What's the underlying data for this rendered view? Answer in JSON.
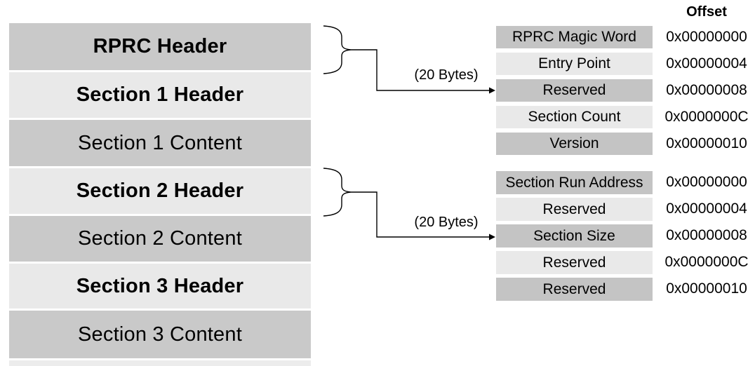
{
  "colors": {
    "row_dark": "#c9c9c9",
    "row_light": "#e9e9e9",
    "row_strip": "#ececec",
    "table_dark": "#c4c4c4",
    "table_light": "#e9e9e9",
    "line": "#000000"
  },
  "left_column": {
    "rows": [
      {
        "label": "RPRC Header",
        "style": "header"
      },
      {
        "label": "Section 1 Header",
        "style": "header"
      },
      {
        "label": "Section 1 Content",
        "style": "content"
      },
      {
        "label": "Section 2 Header",
        "style": "header"
      },
      {
        "label": "Section 2 Content",
        "style": "content"
      },
      {
        "label": "Section 3 Header",
        "style": "header"
      },
      {
        "label": "Section 3 Content",
        "style": "content"
      }
    ]
  },
  "offset_column": {
    "header": "Offset"
  },
  "rprc_header_table": {
    "size_label": "(20 Bytes)",
    "rows": [
      {
        "field": "RPRC Magic Word",
        "offset": "0x00000000"
      },
      {
        "field": "Entry Point",
        "offset": "0x00000004"
      },
      {
        "field": "Reserved",
        "offset": "0x00000008"
      },
      {
        "field": "Section Count",
        "offset": "0x0000000C"
      },
      {
        "field": "Version",
        "offset": "0x00000010"
      }
    ]
  },
  "section_header_table": {
    "size_label": "(20 Bytes)",
    "rows": [
      {
        "field": "Section Run Address",
        "offset": "0x00000000"
      },
      {
        "field": "Reserved",
        "offset": "0x00000004"
      },
      {
        "field": "Section Size",
        "offset": "0x00000008"
      },
      {
        "field": "Reserved",
        "offset": "0x0000000C"
      },
      {
        "field": "Reserved",
        "offset": "0x00000010"
      }
    ]
  }
}
